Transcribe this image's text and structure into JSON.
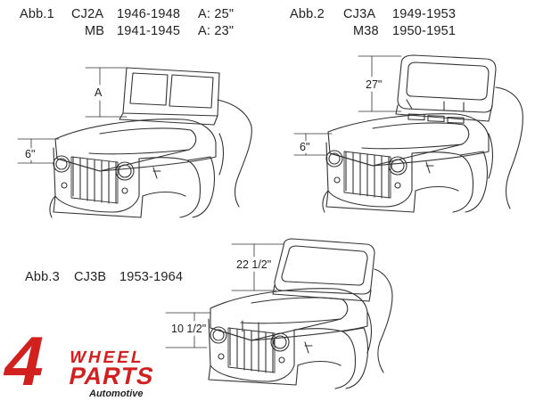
{
  "figures": [
    {
      "label": "Abb.1",
      "rows": [
        {
          "model": "CJ2A",
          "years": "1946-1948",
          "dim": "A: 25\""
        },
        {
          "model": "MB",
          "years": "1941-1945",
          "dim": "A: 23\""
        }
      ],
      "windshield_dim": "A",
      "hood_dim": "6\""
    },
    {
      "label": "Abb.2",
      "rows": [
        {
          "model": "CJ3A",
          "years": "1949-1953"
        },
        {
          "model": "M38",
          "years": "1950-1951"
        }
      ],
      "windshield_dim": "27\"",
      "hood_dim": "6\""
    },
    {
      "label": "Abb.3",
      "rows": [
        {
          "model": "CJ3B",
          "years": "1953-1964"
        }
      ],
      "windshield_dim": "22 1/2\"",
      "hood_dim": "10 1/2\""
    }
  ],
  "logo": {
    "number": "4",
    "word1": "WHEEL",
    "word2": "PARTS",
    "tagline": "Automotive",
    "color": "#d2201f"
  }
}
